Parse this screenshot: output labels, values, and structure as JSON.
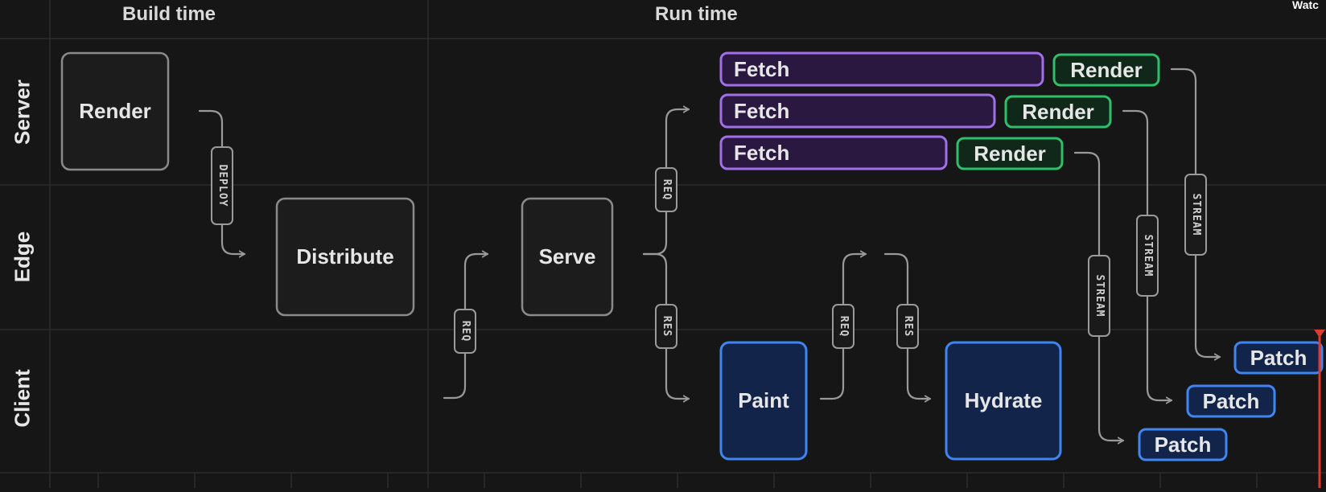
{
  "columns": {
    "build_time": "Build time",
    "run_time": "Run time"
  },
  "rows": {
    "server": "Server",
    "edge": "Edge",
    "client": "Client"
  },
  "nodes": {
    "build_render": "Render",
    "distribute": "Distribute",
    "serve": "Serve",
    "fetch_1": "Fetch",
    "fetch_2": "Fetch",
    "fetch_3": "Fetch",
    "render_1": "Render",
    "render_2": "Render",
    "render_3": "Render",
    "paint": "Paint",
    "hydrate": "Hydrate",
    "patch_1": "Patch",
    "patch_2": "Patch",
    "patch_3": "Patch"
  },
  "connectors": {
    "deploy": "DEPLOY",
    "req_client_edge": "REQ",
    "req_edge_server": "REQ",
    "res_edge_client": "RES",
    "req_paint_edge": "REQ",
    "res_edge_hydrate": "RES",
    "stream_1": "STREAM",
    "stream_2": "STREAM",
    "stream_3": "STREAM"
  },
  "corner": {
    "watch_text": "Watc"
  },
  "colors": {
    "background": "#161616",
    "gray_stroke": "#8a8a8a",
    "fetch_stroke": "#a070e8",
    "fetch_fill": "#2a1840",
    "render_stroke": "#2fbf6a",
    "render_fill": "#10281a",
    "client_stroke": "#3f86f0",
    "client_fill": "#13244a",
    "playhead": "#e0392b"
  }
}
